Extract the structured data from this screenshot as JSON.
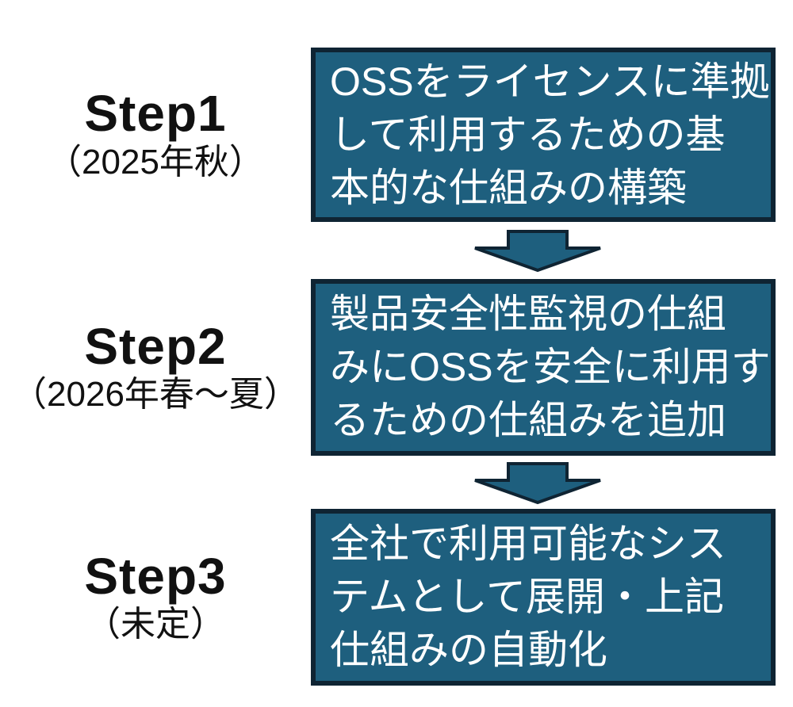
{
  "diagram": {
    "type": "step-roadmap",
    "steps": [
      {
        "label": "Step1",
        "period": "（2025年秋）",
        "lines": [
          "OSSをライセンスに準拠",
          "して利用するための基",
          "本的な仕組みの構築"
        ]
      },
      {
        "label": "Step2",
        "period": "（2026年春～夏）",
        "lines": [
          "製品安全性監視の仕組",
          "みにOSSを安全に利用す",
          "るための仕組みを追加"
        ]
      },
      {
        "label": "Step3",
        "period": "（未定）",
        "lines": [
          "全社で利用可能なシス",
          "テムとして展開・上記",
          "仕組みの自動化"
        ]
      }
    ],
    "arrows": [
      {
        "direction": "down"
      },
      {
        "direction": "down"
      }
    ],
    "colors": {
      "box_fill": "#1E5F7E",
      "box_border": "#0F2433",
      "box_text": "#FFFFFF",
      "label_text": "#111111",
      "background": "#FFFFFF"
    }
  }
}
